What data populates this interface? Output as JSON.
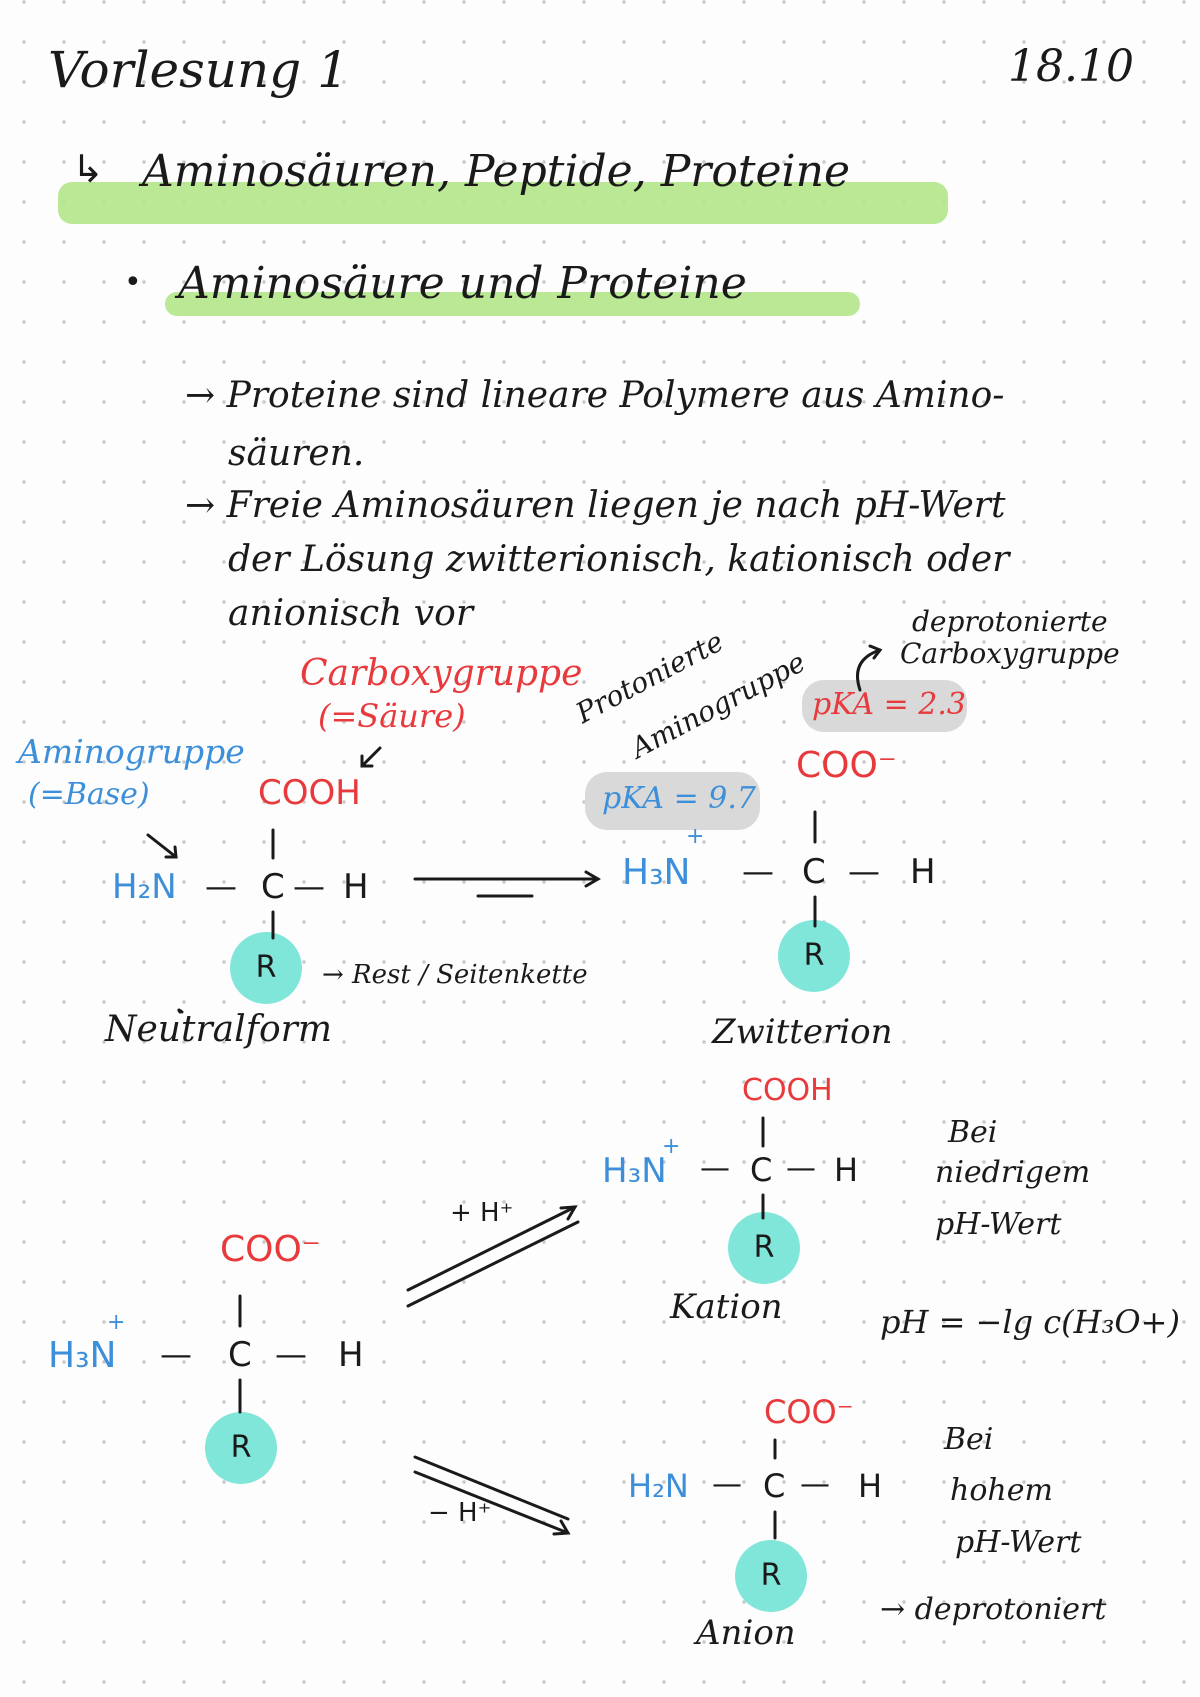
{
  "header": {
    "title": "Vorlesung 1",
    "date": "18.10"
  },
  "topic": {
    "arrow_glyph": "↳",
    "title": "Aminosäuren, Peptide, Proteine"
  },
  "section": {
    "bullet": "•",
    "title": "Aminosäure und Proteine"
  },
  "notes": {
    "line1": "→ Proteine sind lineare Polymere aus Amino-",
    "line2": "säuren.",
    "line3": "→ Freie Aminosäuren liegen je nach pH-Wert",
    "line4": "der Lösung zwitterionisch, kationisch oder",
    "line5": "anionisch vor"
  },
  "neutral": {
    "amino_label": "Aminogruppe",
    "amino_sub": "(=Base)",
    "carboxy_label": "Carboxygruppe",
    "carboxy_sub": "(=Säure)",
    "cooh": "COOH",
    "left": "H₂N",
    "dash1": "—",
    "c": "C",
    "dash2": "—",
    "h": "H",
    "r": "R",
    "rest": "→ Rest / Seitenkette",
    "name": "Neutralform"
  },
  "zwitter": {
    "prot_label_1": "Protonierte",
    "prot_label_2": "Aminogruppe",
    "pka_amino": "pKA = 9.7",
    "deprot_label_1": "deprotonierte",
    "deprot_label_2": "Carboxygruppe",
    "pka_carboxy": "pKA = 2.3",
    "coo": "COO⁻",
    "plus": "+",
    "left": "H₃N",
    "c": "C",
    "h": "H",
    "r": "R",
    "name": "Zwitterion"
  },
  "base_form": {
    "coo": "COO⁻",
    "plus": "+",
    "left": "H₃N",
    "c": "C",
    "h": "H",
    "r": "R"
  },
  "reactions": {
    "add_h": "+ H⁺",
    "remove_h": "− H⁺"
  },
  "cation": {
    "cooh": "COOH",
    "plus": "+",
    "left": "H₃N",
    "c": "C",
    "h": "H",
    "r": "R",
    "name": "Kation",
    "note_1": "Bei",
    "note_2": "niedrigem",
    "note_3": "pH-Wert",
    "ph_formula": "pH = −lg c(H₃O+)"
  },
  "anion": {
    "coo": "COO⁻",
    "left": "H₂N",
    "c": "C",
    "h": "H",
    "r": "R",
    "name": "Anion",
    "note_1": "Bei",
    "note_2": "hohem",
    "note_3": "pH-Wert",
    "deprot": "→ deprotoniert"
  },
  "colors": {
    "amino": "#3c8fd8",
    "carboxy": "#e8393c",
    "highlight": "#b3e58a",
    "r_group": "#7fe6d9"
  }
}
